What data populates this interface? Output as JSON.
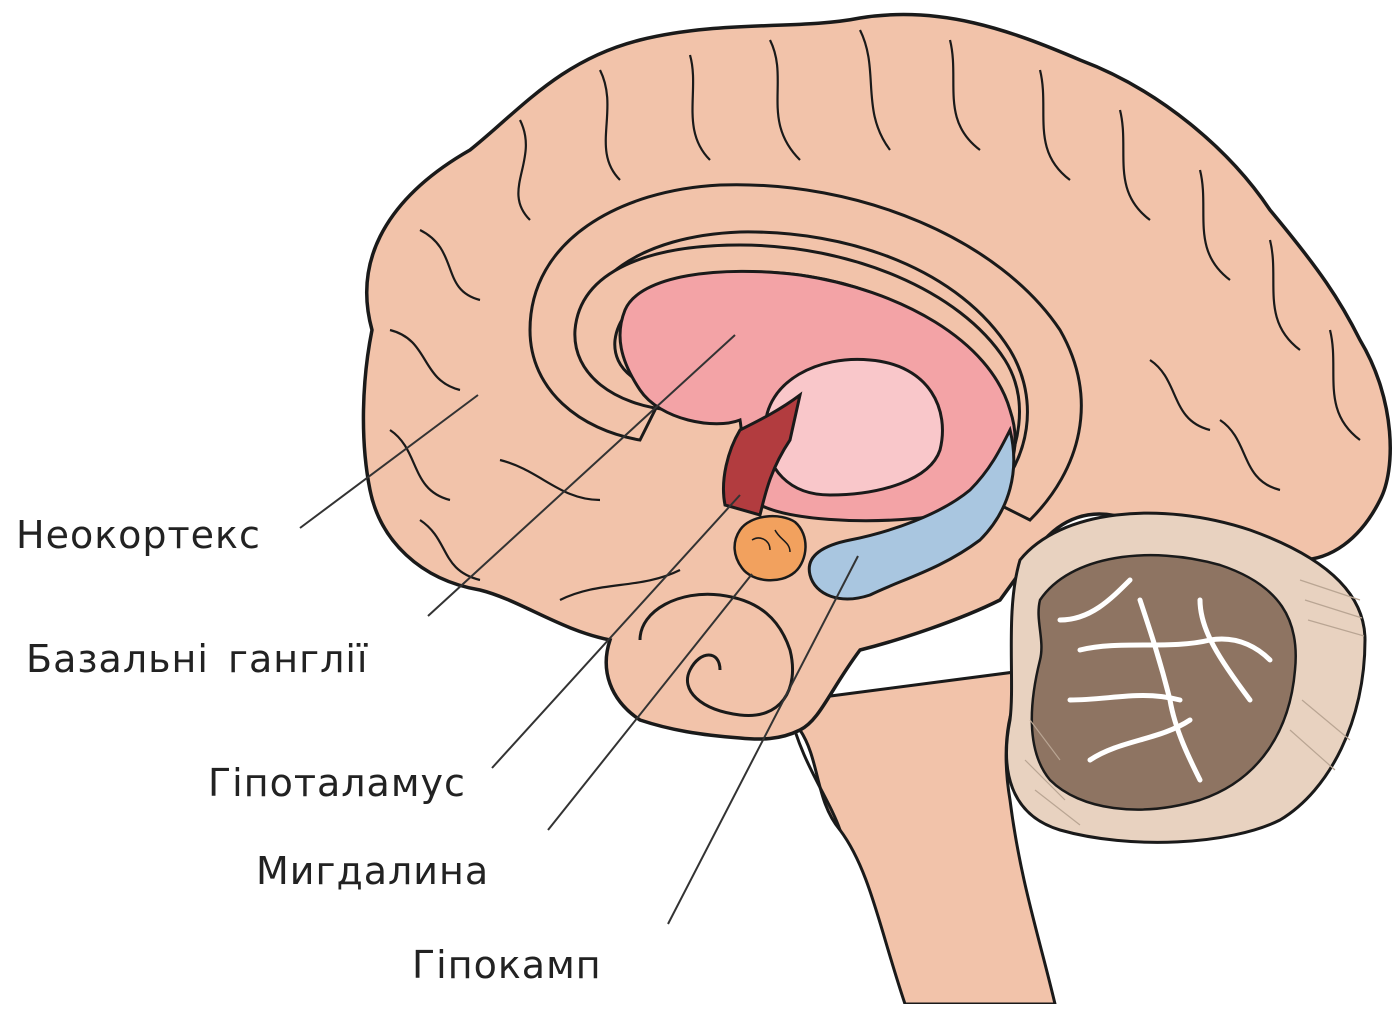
{
  "labels": {
    "neocortex": "Неокортекс",
    "basal_ganglia": "Базальні ганглії",
    "hypothalamus": "Гіпоталамус",
    "amygdala": "Мигдалина",
    "hippocampus": "Гіпокамп"
  },
  "colors": {
    "cortex": "#f2c3aa",
    "cortex_outline": "#1a1a1a",
    "basal_ganglia": "#f3a3a6",
    "thalamus_inner": "#f9c7ca",
    "hypothalamus": "#b23c3f",
    "amygdala": "#f2a15e",
    "hippocampus": "#a9c6e0",
    "cerebellum_outer": "#e8d2c0",
    "cerebellum_tree": "#8e7462",
    "leader_line": "#333333"
  }
}
